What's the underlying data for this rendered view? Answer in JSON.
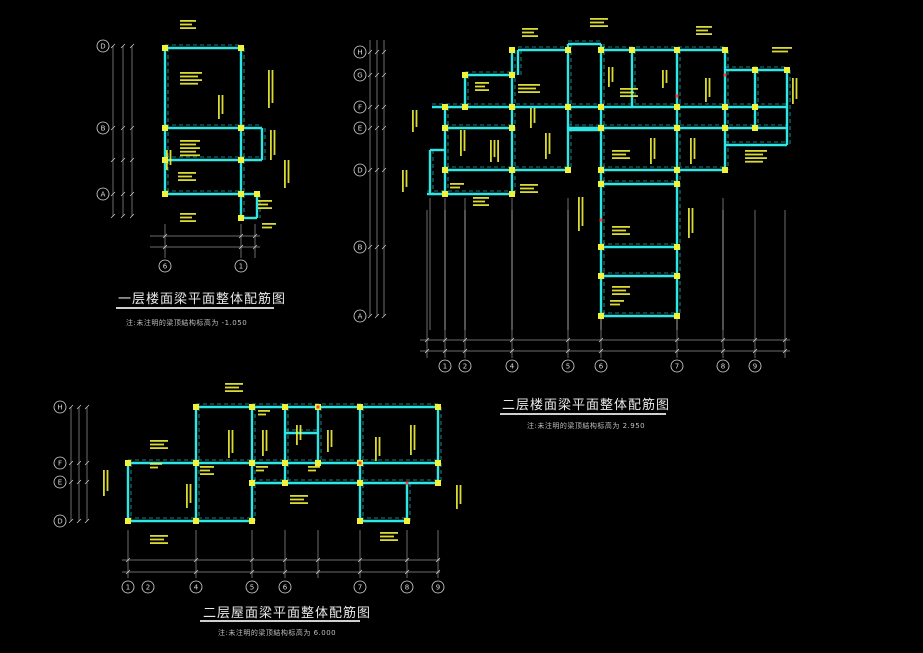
{
  "plans": [
    {
      "title": "一层楼面梁平面整体配筋图",
      "note": "注:未注明的梁顶結构标高为 -1.050",
      "row_axes": [
        "D",
        "B",
        "A"
      ],
      "col_axes": [
        "6",
        "1"
      ]
    },
    {
      "title": "二层楼面梁平面整体配筋图",
      "note": "注:未注明的梁顶結构标高为 2.950",
      "row_axes": [
        "H",
        "G",
        "F",
        "E",
        "D",
        "B",
        "A"
      ],
      "col_axes": [
        "1",
        "2",
        "4",
        "5",
        "6",
        "7",
        "8",
        "9"
      ]
    },
    {
      "title": "二层屋面梁平面整体配筋图",
      "note": "注:未注明的梁顶結构标高为 6.000",
      "row_axes": [
        "H",
        "F",
        "E",
        "D"
      ],
      "col_axes": [
        "1",
        "2",
        "4",
        "5",
        "6",
        "7",
        "8",
        "9"
      ]
    }
  ],
  "colors": {
    "background": "#000000",
    "beam": "#2fe6e6",
    "column": "#f2f23a",
    "annotation": "#f2f23a",
    "dimension": "#d9d9d9",
    "axis_bubble": "#d9d9d9",
    "marker": "#ff3b3b"
  }
}
